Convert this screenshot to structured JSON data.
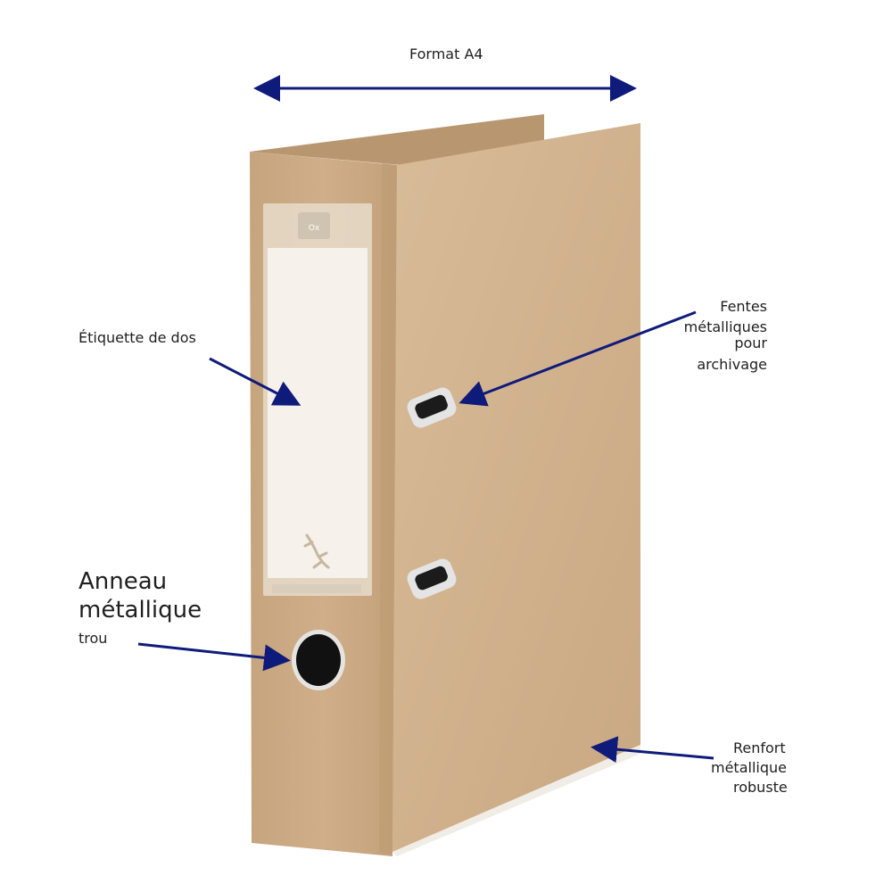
{
  "annotations": {
    "format": "Format A4",
    "spine_label": "Étiquette de dos",
    "slots_line1": "Fentes",
    "slots_line2": "métalliques",
    "slots_line3": "pour",
    "slots_line4": "archivage",
    "ring_line1": "Anneau",
    "ring_line2": "métallique",
    "ring_line3": "trou",
    "reinforce_line1": "Renfort",
    "reinforce_line2": "métallique",
    "reinforce_line3": "robuste"
  },
  "colors": {
    "arrow": "#0f1b7a",
    "kraft_front": "#d2b38f",
    "kraft_spine": "#c9a884",
    "kraft_top": "#c7a47e",
    "label_paper": "#f4efe8"
  },
  "icons": {
    "logo": "oxford-logo",
    "decor": "gecko-icon"
  }
}
